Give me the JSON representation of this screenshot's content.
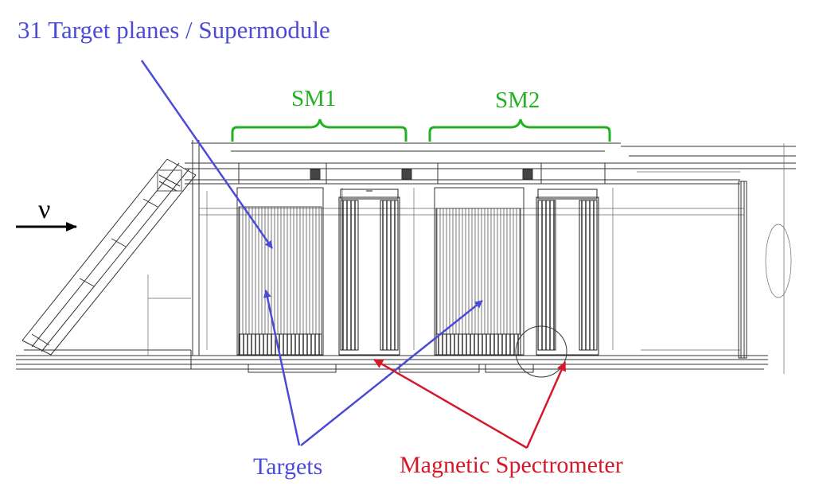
{
  "annotations": {
    "planes_label": "31 Target planes / Supermodule",
    "sm1_label": "SM1",
    "sm2_label": "SM2",
    "neutrino_symbol": "ν",
    "targets_label": "Targets",
    "magnet_label": "Magnetic Spectrometer"
  },
  "colors": {
    "blue": "#4b4bd8",
    "green": "#22b122",
    "red": "#d41a2a",
    "drawing": "#333333"
  }
}
